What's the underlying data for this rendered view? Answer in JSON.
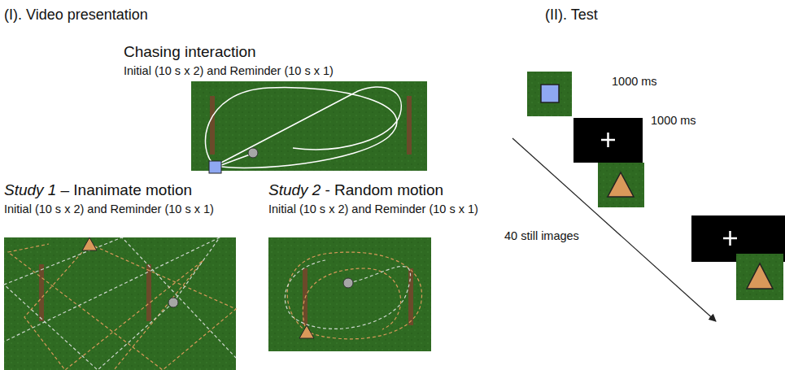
{
  "diagram": {
    "labels": [
      "(I). Video presentation",
      "(II). Test",
      "Chasing interaction",
      "Initial (10 s x 2) and Reminder (10 s x 1)",
      "Study 1",
      "– Inanimate motion",
      "Initial (10 s x 2) and Reminder (10 s x 1)",
      "Study 2",
      "- Random motion",
      "Initial (10 s x 2) and Reminder (10 s x 1)",
      "1000 ms",
      "1000 ms",
      "40 still images"
    ]
  }
}
